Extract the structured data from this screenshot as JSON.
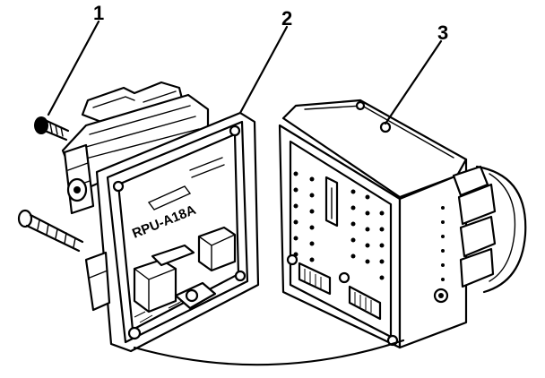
{
  "callouts": [
    {
      "id": "1",
      "label": "1"
    },
    {
      "id": "2",
      "label": "2"
    },
    {
      "id": "3",
      "label": "3"
    }
  ],
  "stamp_text": "RPU-A18A"
}
